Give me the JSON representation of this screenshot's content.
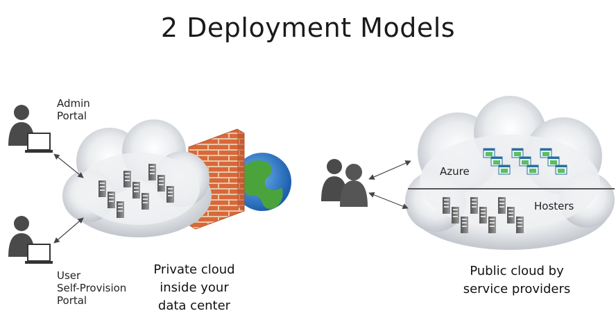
{
  "title": "2 Deployment Models",
  "private": {
    "admin_label": [
      "Admin",
      "Portal"
    ],
    "user_label": [
      "User",
      "Self-Provision",
      "Portal"
    ],
    "caption": [
      "Private cloud",
      "inside your",
      "data center"
    ]
  },
  "public": {
    "azure_label": "Azure",
    "hosters_label": "Hosters",
    "caption": [
      "Public cloud by",
      "service providers"
    ]
  },
  "icons": [
    "person-icon",
    "laptop-icon",
    "server-icon",
    "firewall-icon",
    "globe-icon",
    "cloud-icon",
    "vm-window-icon",
    "users-group-icon"
  ],
  "colors": {
    "person": "#4a4a4a",
    "brick": "#d9683a",
    "globe_ocean": "#2f7fd0",
    "globe_land": "#4ba33c",
    "cloud": "#cfd3d8"
  }
}
